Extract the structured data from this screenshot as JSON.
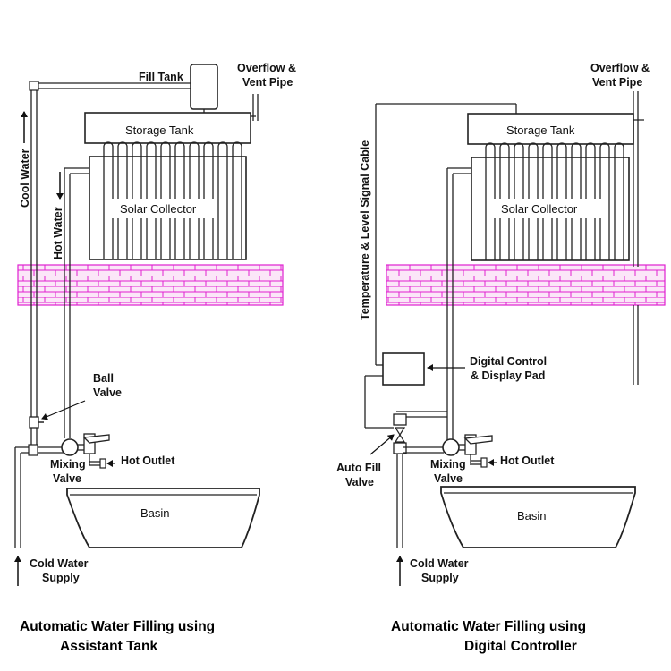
{
  "left": {
    "fill_tank": "Fill Tank",
    "overflow_line1": "Overflow &",
    "overflow_line2": "Vent Pipe",
    "storage_tank": "Storage Tank",
    "solar_collector": "Solar Collector",
    "cool_water": "Cool Water",
    "hot_water": "Hot Water",
    "ball_valve_line1": "Ball",
    "ball_valve_line2": "Valve",
    "mixing_line1": "Mixing",
    "mixing_line2": "Valve",
    "hot_outlet": "Hot Outlet",
    "basin": "Basin",
    "cold_line1": "Cold Water",
    "cold_line2": "Supply",
    "caption_line1": "Automatic Water Filling using",
    "caption_line2": "Assistant Tank"
  },
  "right": {
    "overflow_line1": "Overflow &",
    "overflow_line2": "Vent Pipe",
    "storage_tank": "Storage Tank",
    "solar_collector": "Solar Collector",
    "signal_cable": "Temperature & Level Signal Cable",
    "control_line1": "Digital Control",
    "control_line2": "& Display Pad",
    "auto_fill_line1": "Auto Fill",
    "auto_fill_line2": "Valve",
    "mixing_line1": "Mixing",
    "mixing_line2": "Valve",
    "hot_outlet": "Hot Outlet",
    "basin": "Basin",
    "cold_line1": "Cold Water",
    "cold_line2": "Supply",
    "caption_line1": "Automatic Water Filling using",
    "caption_line2": "Digital Controller"
  },
  "colors": {
    "brick": "#e020d0",
    "brick_fill": "#fbe6f8",
    "line": "#222222"
  }
}
